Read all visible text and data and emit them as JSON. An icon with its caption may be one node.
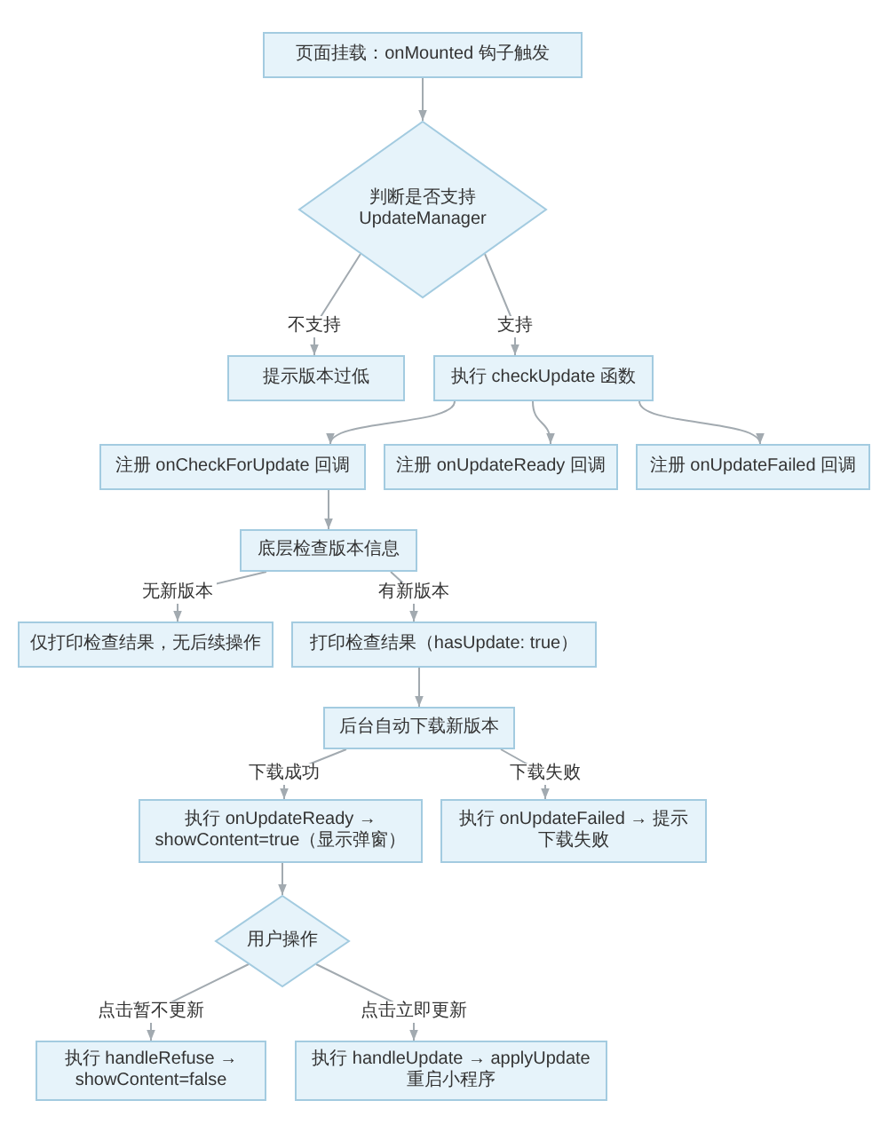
{
  "diagram": {
    "nodes": [
      {
        "text": [
          "页面挂载：onMounted 钩子触发"
        ]
      },
      {
        "text": [
          "判断是否支持 UpdateManager"
        ]
      },
      {
        "text": [
          "提示版本过低"
        ]
      },
      {
        "text": [
          "执行 checkUpdate 函数"
        ]
      },
      {
        "text": [
          "注册 onCheckForUpdate 回调"
        ]
      },
      {
        "text": [
          "注册 onUpdateReady 回调"
        ]
      },
      {
        "text": [
          "注册 onUpdateFailed 回调"
        ]
      },
      {
        "text": [
          "底层检查版本信息"
        ]
      },
      {
        "text": [
          "仅打印检查结果，无后续操作"
        ]
      },
      {
        "text": [
          "打印检查结果（hasUpdate: true）"
        ]
      },
      {
        "text": [
          "后台自动下载新版本"
        ]
      },
      {
        "text": [
          "执行 onUpdateReady → showContent=true（显示弹窗）"
        ]
      },
      {
        "text": [
          "执行 onUpdateFailed → 提示下载失败"
        ]
      },
      {
        "text": [
          "用户操作"
        ]
      },
      {
        "text": [
          "执行 handleRefuse → showContent=false"
        ]
      },
      {
        "text": [
          "执行 handleUpdate → applyUpdate 重启小程序"
        ]
      }
    ],
    "edges": [
      {
        "from": 0,
        "to": 1,
        "arrow": "to"
      },
      {
        "from": 1,
        "to": 2,
        "arrow": "to",
        "label": "不支持"
      },
      {
        "from": 1,
        "to": 3,
        "arrow": "to",
        "label": "支持"
      },
      {
        "from": 3,
        "to": 4,
        "arrow": "to"
      },
      {
        "from": 3,
        "to": 5,
        "arrow": "to"
      },
      {
        "from": 3,
        "to": 6,
        "arrow": "to"
      },
      {
        "from": 4,
        "to": 7,
        "arrow": "to"
      },
      {
        "from": 7,
        "to": 8,
        "arrow": "to",
        "label": "无新版本"
      },
      {
        "from": 7,
        "to": 9,
        "arrow": "to",
        "label": "有新版本"
      },
      {
        "from": 9,
        "to": 10,
        "arrow": "to"
      },
      {
        "from": 10,
        "to": 11,
        "arrow": "to",
        "label": "下载成功"
      },
      {
        "from": 10,
        "to": 12,
        "arrow": "to",
        "label": "下载失败"
      },
      {
        "from": 11,
        "to": 13,
        "arrow": "to"
      },
      {
        "from": 13,
        "to": 14,
        "arrow": "to",
        "label": "点击暂不更新"
      },
      {
        "from": 13,
        "to": 15,
        "arrow": "to",
        "label": "点击立即更新"
      }
    ]
  }
}
